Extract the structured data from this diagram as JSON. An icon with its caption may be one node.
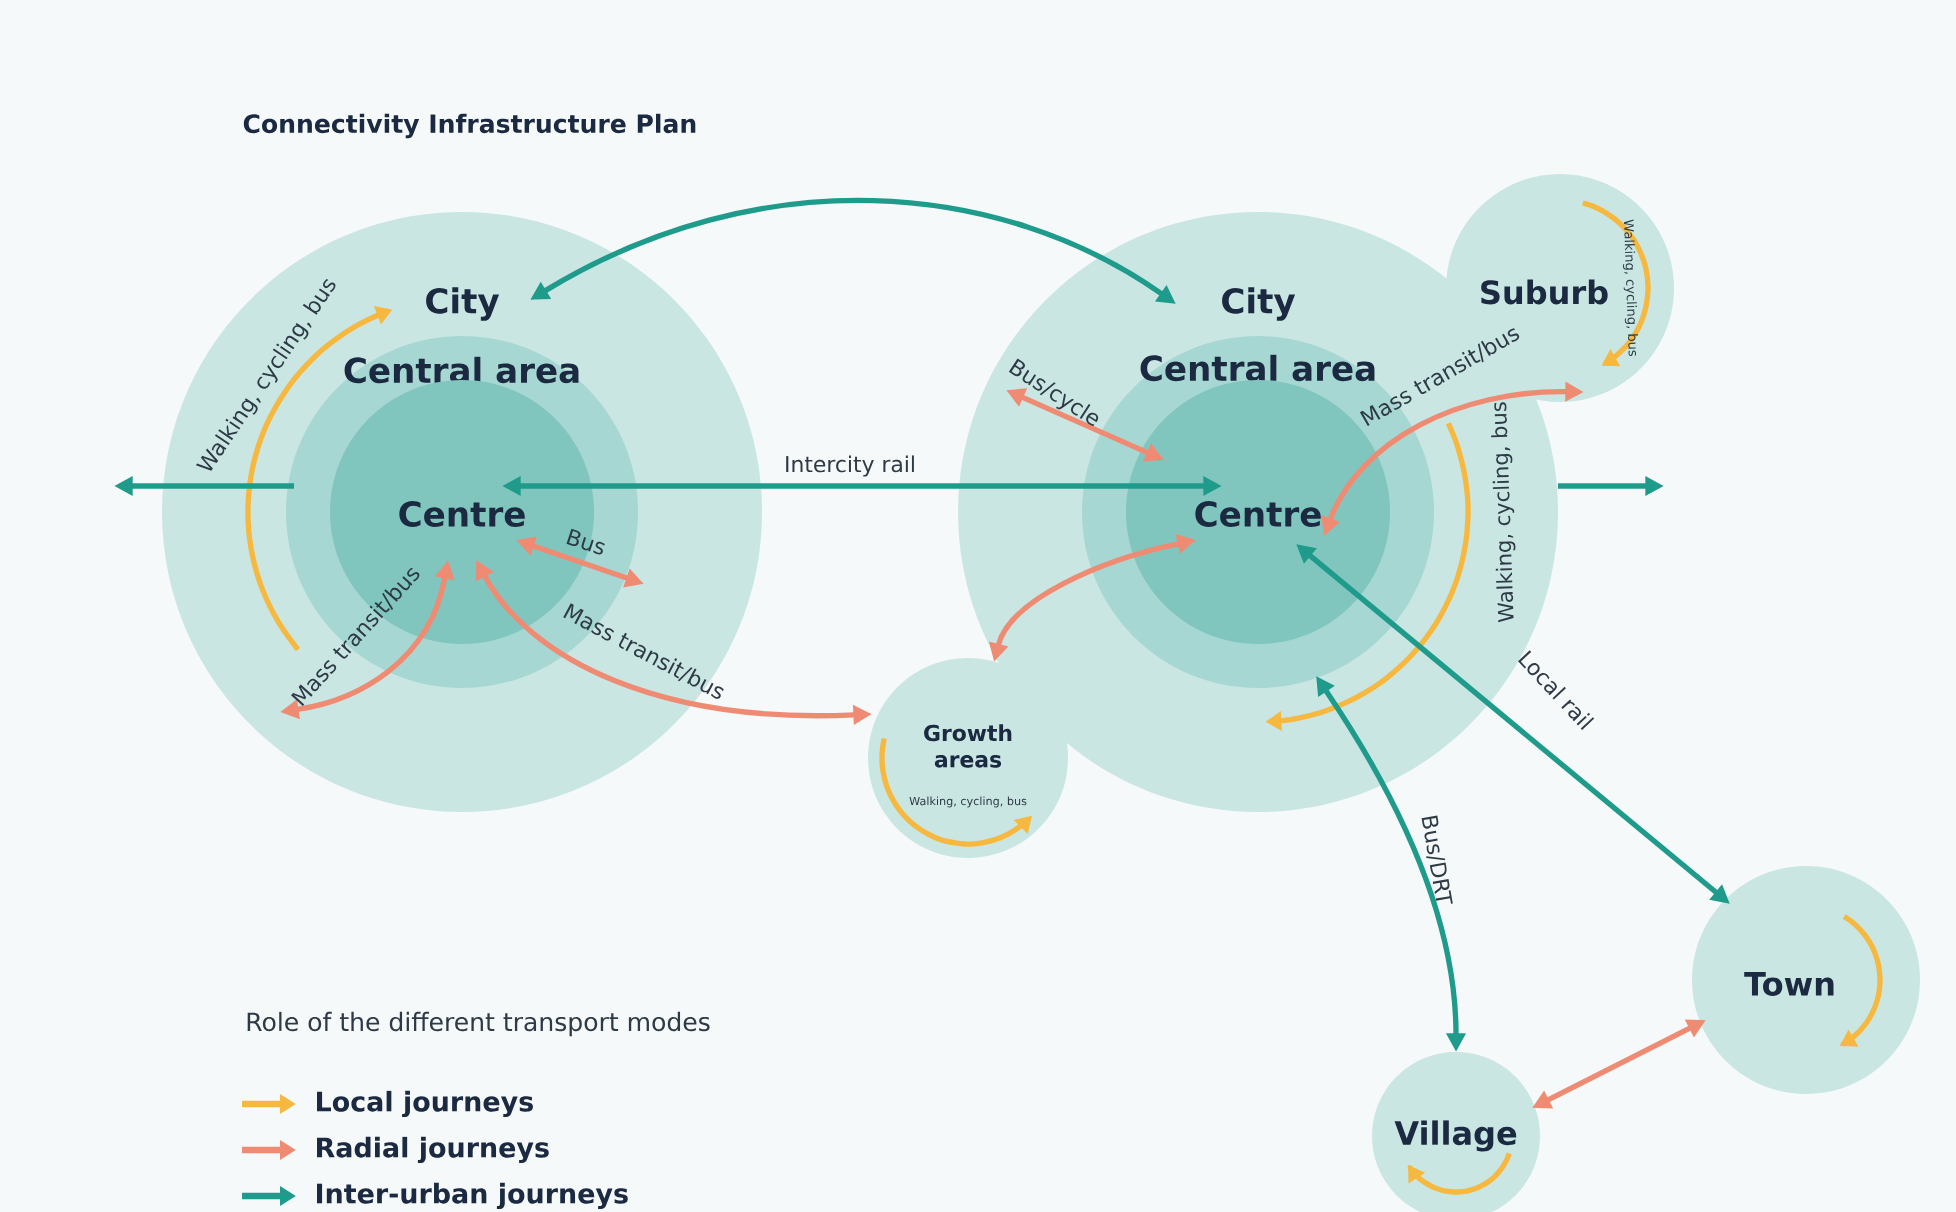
{
  "diagram": {
    "title": "Connectivity Infrastructure Plan",
    "nodes": [
      {
        "text": [
          "City"
        ]
      },
      {
        "text": [
          "Central area"
        ],
        "in": 0
      },
      {
        "text": [
          "Centre"
        ],
        "in": 1
      },
      {
        "text": [
          "City"
        ]
      },
      {
        "text": [
          "Central area"
        ],
        "in": 3
      },
      {
        "text": [
          "Centre"
        ],
        "in": 4
      },
      {
        "text": [
          "Suburb"
        ]
      },
      {
        "text": [
          "Growth areas"
        ]
      },
      {
        "text": [
          "Town"
        ]
      },
      {
        "text": [
          "Village"
        ]
      }
    ],
    "edges": [
      {
        "from": 0,
        "to": 3,
        "arrow": "both",
        "color": "#1f9b8c"
      },
      {
        "from": 2,
        "to": 5,
        "arrow": "both",
        "label": "Intercity rail",
        "color": "#1f9b8c"
      },
      {
        "from": 1,
        "to": null,
        "arrow": "to",
        "color": "#1f9b8c"
      },
      {
        "from": 3,
        "to": null,
        "arrow": "to",
        "color": "#1f9b8c"
      },
      {
        "from": 2,
        "to": null,
        "arrow": "both",
        "label": "Bus"
      },
      {
        "from": 2,
        "to": null,
        "arrow": "both",
        "label": "Mass transit/bus"
      },
      {
        "from": 2,
        "to": 7,
        "arrow": "both",
        "label": "Mass transit/bus"
      },
      {
        "from": 5,
        "to": null,
        "arrow": "both",
        "label": "Bus/cycle"
      },
      {
        "from": 5,
        "to": 6,
        "arrow": "both",
        "label": "Mass transit/bus"
      },
      {
        "from": 5,
        "to": 7,
        "arrow": "both"
      },
      {
        "from": 5,
        "to": 8,
        "arrow": "both",
        "label": "Local rail",
        "color": "#1f9b8c"
      },
      {
        "from": 4,
        "to": 9,
        "arrow": "both",
        "label": "Bus/DRT",
        "color": "#1f9b8c"
      },
      {
        "from": 9,
        "to": 8,
        "arrow": "both"
      }
    ],
    "labels": [
      "Walking, cycling, bus",
      "Walking, cycling, bus",
      "Walking, cycling, bus",
      "Walking, cycling, bus",
      "Role of the different transport modes"
    ],
    "legend": [
      {
        "text": "Local journeys",
        "color": "#f6b83f"
      },
      {
        "text": "Radial journeys",
        "color": "#ef8b73"
      },
      {
        "text": "Inter-urban journeys",
        "color": "#1f9b8c"
      }
    ]
  }
}
